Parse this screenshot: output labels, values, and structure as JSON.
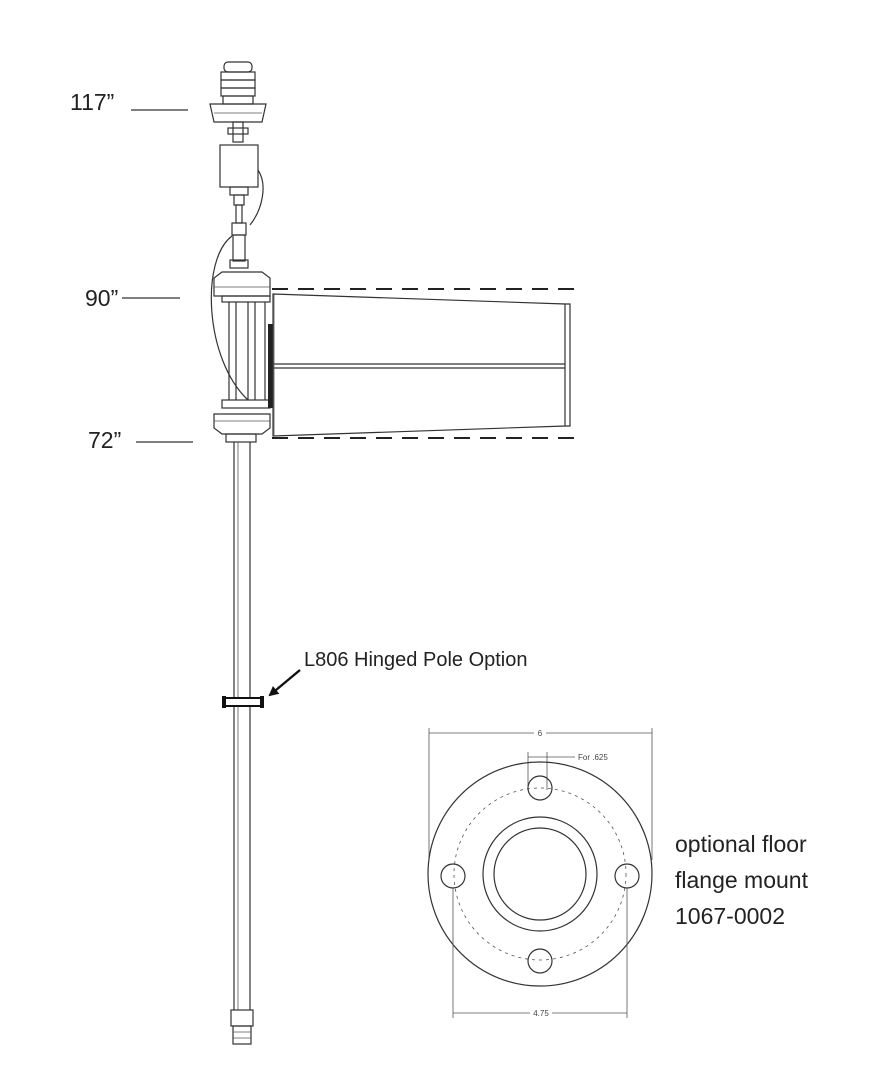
{
  "dimensions": {
    "h117": "117”",
    "h90": "90”",
    "h72": "72”"
  },
  "callout": {
    "hinged_pole": "L806 Hinged Pole Option"
  },
  "flange": {
    "outer_dim": "6",
    "hole_note": "For .625",
    "bolt_circle": "4.75",
    "caption_line1": "optional floor",
    "caption_line2": "flange mount",
    "caption_line3": "1067-0002"
  }
}
